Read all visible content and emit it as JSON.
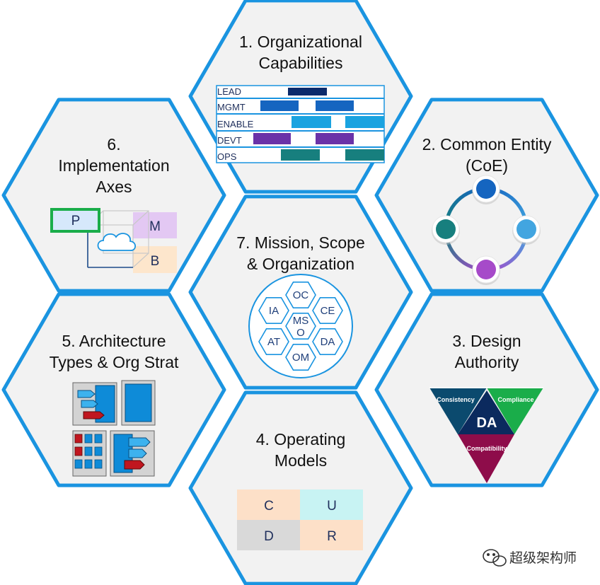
{
  "hexagons": {
    "top": {
      "title_lines": [
        "1. Organizational",
        "Capabilities"
      ]
    },
    "upper_right": {
      "title_lines": [
        "2. Common Entity",
        "(CoE)"
      ]
    },
    "lower_right": {
      "title_lines": [
        "3. Design",
        "Authority"
      ]
    },
    "bottom": {
      "title_lines": [
        "4. Operating",
        "Models"
      ]
    },
    "lower_left": {
      "title_lines": [
        "5. Architecture",
        "Types & Org Strat"
      ]
    },
    "upper_left": {
      "title_lines": [
        "6.",
        "Implementation",
        "Axes"
      ]
    },
    "center": {
      "title_lines": [
        "7. Mission, Scope",
        "& Organization"
      ]
    }
  },
  "capabilities": [
    {
      "label": "LEAD",
      "color": "#0b2a6b"
    },
    {
      "label": "MGMT",
      "color": "#1565c0"
    },
    {
      "label": "ENABLE",
      "color": "#1aa3e0"
    },
    {
      "label": "DEVT",
      "color": "#6a32a8"
    },
    {
      "label": "OPS",
      "color": "#177f7e"
    }
  ],
  "coe_colors": [
    "#1565c0",
    "#42a5e0",
    "#a64ac9",
    "#177f7e"
  ],
  "design_authority": {
    "center": "DA",
    "segments": [
      "Consistency",
      "Compliance",
      "Compatibility"
    ],
    "colors": {
      "consistency": "#0b4a6e",
      "compliance": "#1aad4a",
      "compatibility": "#8e0c4a",
      "center": "#0b2a5e"
    }
  },
  "operating_models": {
    "cells": [
      {
        "label": "C",
        "color": "#fde0c8"
      },
      {
        "label": "U",
        "color": "#c8f3f3"
      },
      {
        "label": "D",
        "color": "#d9d9d9"
      },
      {
        "label": "R",
        "color": "#fde0c8"
      }
    ]
  },
  "implementation_axes": {
    "p": "P",
    "m": "M",
    "b": "B",
    "colors": {
      "p": "#d6e8fb",
      "p_border": "#1aad4a",
      "m": "#e3c8f3",
      "b": "#fde6cc"
    }
  },
  "mission": {
    "cells": [
      "OC",
      "CE",
      "DA",
      "OM",
      "AT",
      "IA"
    ],
    "center": "MS\nO",
    "center_lines": [
      "MS",
      "O"
    ]
  },
  "colors": {
    "hex_fill": "#f2f2f2",
    "hex_border": "#1a94e0",
    "accent": "#1a94e0"
  },
  "watermark": {
    "text": "超级架构师",
    "icon": "wechat-icon"
  }
}
